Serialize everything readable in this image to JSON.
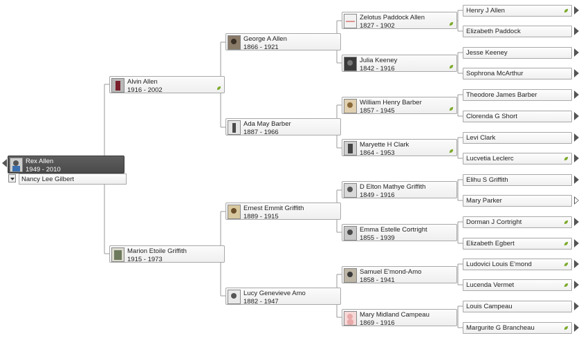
{
  "root": {
    "name": "Rex Allen",
    "dates": "1949 - 2010",
    "spouse": "Nancy Lee Gilbert"
  },
  "gen1": [
    {
      "name": "Alvin Allen",
      "dates": "1916 - 2002"
    },
    {
      "name": "Marion Etoile Griffith",
      "dates": "1915 - 1973"
    }
  ],
  "gen2": [
    {
      "name": "George A Allen",
      "dates": "1866 - 1921"
    },
    {
      "name": "Ada May Barber",
      "dates": "1887 - 1966"
    },
    {
      "name": "Ernest Emmit Griffith",
      "dates": "1889 - 1915"
    },
    {
      "name": "Lucy Genevieve Amo",
      "dates": "1882 - 1947"
    }
  ],
  "gen3": [
    {
      "name": "Zelotus Paddock Allen",
      "dates": "1827 - 1902"
    },
    {
      "name": "Julia Keeney",
      "dates": "1842 - 1916"
    },
    {
      "name": "William Henry Barber",
      "dates": "1857 - 1945"
    },
    {
      "name": "Maryette H Clark",
      "dates": "1864 - 1953"
    },
    {
      "name": "D Elton Mathye Griffith",
      "dates": "1849 - 1916"
    },
    {
      "name": "Emma Estelle Cortright",
      "dates": "1855 - 1939"
    },
    {
      "name": "Samuel E'mond-Amo",
      "dates": "1858 - 1941"
    },
    {
      "name": "Mary Midland Campeau",
      "dates": "1869 - 1916"
    }
  ],
  "gen4": [
    {
      "name": "Henry J Allen"
    },
    {
      "name": "Elizabeth Paddock"
    },
    {
      "name": "Jesse Keeney"
    },
    {
      "name": "Sophrona McArthur"
    },
    {
      "name": "Theodore James Barber"
    },
    {
      "name": "Clorenda G Short"
    },
    {
      "name": "Levi Clark"
    },
    {
      "name": "Lucvetia Leclerc"
    },
    {
      "name": "Elihu S Griffith"
    },
    {
      "name": "Mary Parker"
    },
    {
      "name": "Dorman J Cortright"
    },
    {
      "name": "Elizabeth Egbert"
    },
    {
      "name": "Ludovici Louis E'mond"
    },
    {
      "name": "Lucenda Vermet"
    },
    {
      "name": "Louis Campeau"
    },
    {
      "name": "Margurite G Brancheau"
    }
  ],
  "colors": {
    "selected": "#4f4f4f",
    "leaf": "#7caa2a",
    "line": "#9a9a9a"
  }
}
